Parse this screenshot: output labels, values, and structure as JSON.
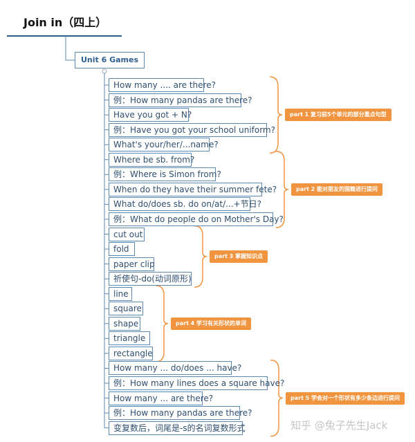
{
  "title": "Join in（四上）",
  "unit": "Unit 6 Games",
  "items": [
    "How many .... are there?",
    "例：How many pandas are there?",
    "Have you got + N?",
    "例：Have you got your school uniform?",
    "What's your/her/...name?",
    "Where be sb. from?",
    "例：Where is Simon from?",
    "When do they have their summer fete?",
    "What do/does sb. do on/at/...+节日?",
    "例：What do people do on Mother's Day?",
    "cut out",
    "fold",
    "paper clip",
    "祈使句-do(动词原形)",
    "line",
    "square",
    "shape",
    "triangle",
    "rectangle",
    "How many ... do/does ... have?",
    "例：How many lines does a square have?",
    "How many ... are there?",
    "例：How many pandas are there?",
    "变复数后，词尾是-s的名词复数形式"
  ],
  "parts": [
    {
      "label": "part 1 复习前5个单元的部分重点句型",
      "first": 0,
      "last": 4
    },
    {
      "label": "part 2 能对朋友的国籍进行提问",
      "first": 5,
      "last": 9
    },
    {
      "label": "part 3 掌握知识点",
      "first": 10,
      "last": 13
    },
    {
      "label": "part 4 学习有关形状的单词",
      "first": 14,
      "last": 18
    },
    {
      "label": "part 5 学会对一个形状有多少条边进行提问",
      "first": 19,
      "last": 23
    }
  ],
  "watermark": "知乎 @兔子先生Jack",
  "colors": {
    "box_border": "#5b88b0",
    "brace": "#f0943f",
    "badge": "#f0943f",
    "root_line": "#2e5c8a"
  }
}
